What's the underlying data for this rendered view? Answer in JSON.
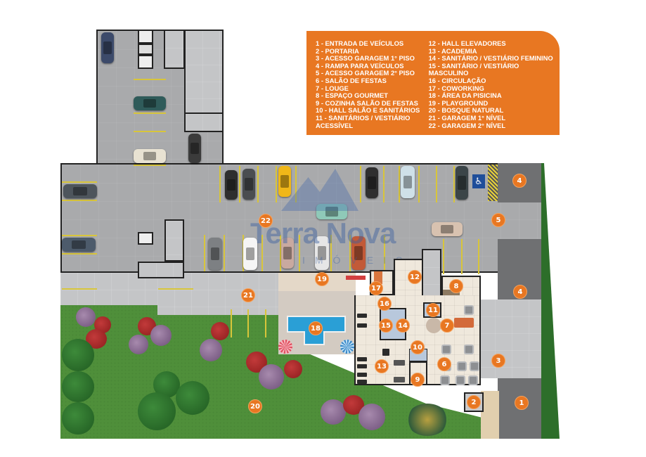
{
  "legend": {
    "title_items_left": [
      "1 - ENTRADA DE VEÍCULOS",
      "2 - PORTARIA",
      "3 - ACESSO GARAGEM 1° PISO",
      "4 - RAMPA PARA VEÍCULOS",
      "5 - ACESSO GARAGEM 2° PISO",
      "6 - SALÃO DE FESTAS",
      "7 - LOUGE",
      "8 - ESPAÇO GOURMET",
      "9 - COZINHA SALÃO DE FESTAS",
      "10 - HALL SALÃO E SANITÁRIOS",
      "11 - SANITÁRIOS / VESTIÁRIO",
      "ACESSÍVEL"
    ],
    "title_items_right": [
      "12 - HALL ELEVADORES",
      "13 - ACADEMIA",
      "14 - SANITÁRIO / VESTIÁRIO FEMININO",
      "15 - SANITÁRIO / VESTIÁRIO MASCULINO",
      "16 - CIRCULAÇÃO",
      "17 - COWORKING",
      "18 - ÁREA DA PISICINA",
      "19 - PLAYGROUND",
      "20 - BOSQUE NATURAL",
      "21 - GARAGEM 1° NÍVEL",
      "22 - GARAGEM 2° NÍVEL"
    ],
    "background_color": "#e87722"
  },
  "watermark": {
    "brand": "Terra Nova",
    "sub": "IMÓVEIS"
  },
  "markers": {
    "m1": "1",
    "m2": "2",
    "m3": "3",
    "m4a": "4",
    "m4b": "4",
    "m5": "5",
    "m6": "6",
    "m7": "7",
    "m8": "8",
    "m9": "9",
    "m10": "10",
    "m11": "11",
    "m12": "12",
    "m13": "13",
    "m14": "14",
    "m15": "15",
    "m16": "16",
    "m17": "17",
    "m18": "18",
    "m19": "19",
    "m20": "20",
    "m21": "21",
    "m22": "22"
  },
  "icons": {
    "accessible": "♿"
  },
  "colors": {
    "marker": "#e87722",
    "pavement": "#a9aaac",
    "ramp": "#6f7072",
    "grass": "#4f8f3a",
    "pool": "#2a9fd6"
  }
}
